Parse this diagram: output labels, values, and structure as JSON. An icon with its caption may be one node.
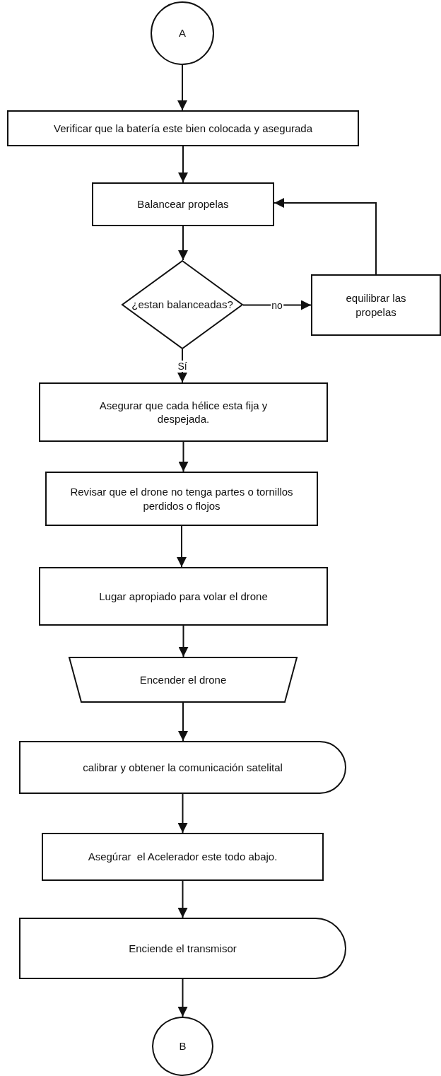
{
  "diagram": {
    "nodes": [
      {
        "text": [
          "A"
        ]
      },
      {
        "text": [
          "Verificar que la batería este bien colocada y asegurada"
        ]
      },
      {
        "text": [
          "Balancear propelas"
        ]
      },
      {
        "text": [
          "¿estan balanceadas?"
        ]
      },
      {
        "text": [
          "equilibrar las propelas"
        ]
      },
      {
        "text": [
          "Asegurar que cada hélice esta fija y despejada."
        ]
      },
      {
        "text": [
          "Revisar que el drone no tenga partes o tornillos perdidos o flojos"
        ]
      },
      {
        "text": [
          "Lugar apropiado para volar el drone"
        ]
      },
      {
        "text": [
          "Encender el drone"
        ]
      },
      {
        "text": [
          "calibrar y obtener la comunicación satelital"
        ]
      },
      {
        "text": [
          "Asegúrar  el Acelerador este todo abajo."
        ]
      },
      {
        "text": [
          "Enciende el transmisor"
        ]
      },
      {
        "text": [
          "B"
        ]
      }
    ],
    "edges": [
      {
        "from": 0,
        "to": 1,
        "arrow": "to"
      },
      {
        "from": 1,
        "to": 2,
        "arrow": "to"
      },
      {
        "from": 2,
        "to": 3,
        "arrow": "to"
      },
      {
        "from": 3,
        "to": 4,
        "arrow": "to",
        "label": "no"
      },
      {
        "from": 4,
        "to": 2,
        "arrow": "to"
      },
      {
        "from": 3,
        "to": 5,
        "arrow": "to",
        "label": "Sí"
      },
      {
        "from": 5,
        "to": 6,
        "arrow": "to"
      },
      {
        "from": 6,
        "to": 7,
        "arrow": "to"
      },
      {
        "from": 7,
        "to": 8,
        "arrow": "to"
      },
      {
        "from": 8,
        "to": 9,
        "arrow": "to"
      },
      {
        "from": 9,
        "to": 10,
        "arrow": "to"
      },
      {
        "from": 10,
        "to": 11,
        "arrow": "to"
      },
      {
        "from": 11,
        "to": 12,
        "arrow": "to"
      }
    ]
  }
}
